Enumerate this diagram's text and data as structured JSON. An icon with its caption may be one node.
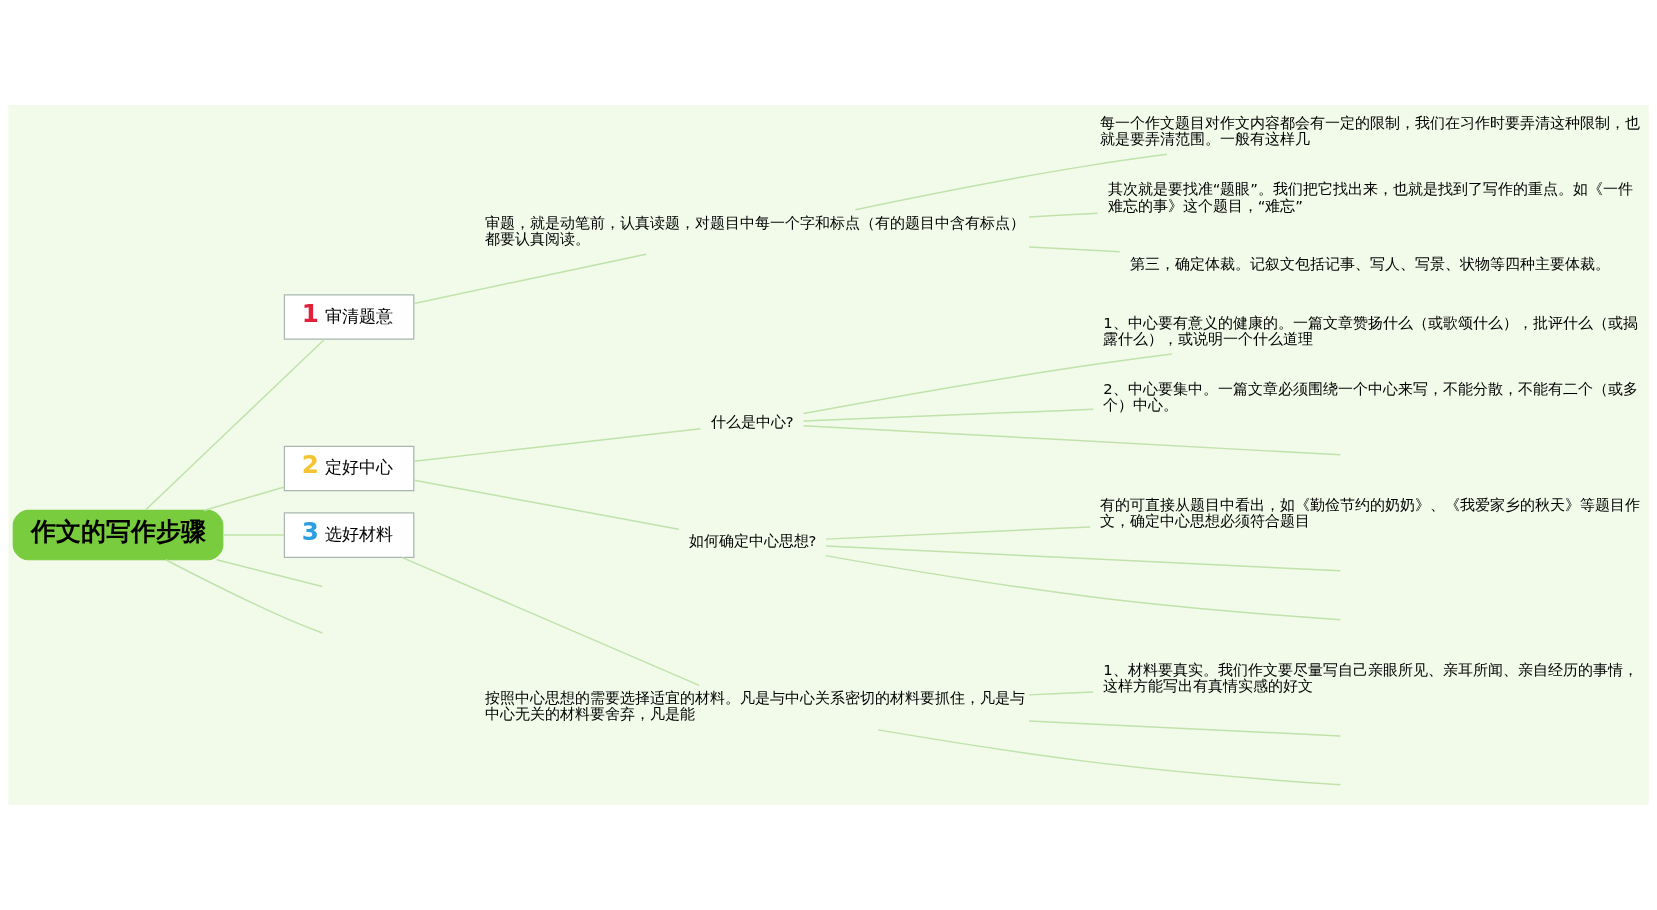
{
  "diagram": {
    "nodes": [
      {
        "text": [
          "作文的写作步骤"
        ]
      },
      {
        "text": [
          "1",
          "审清题意"
        ]
      },
      {
        "text": [
          "审题，就是动笔前，认真读题，对题目中每一个字和标点（有的题目中含有标点）都要认真阅读。"
        ]
      },
      {
        "text": [
          "每一个作文题目对作文内容都会有一定的限制，我们在习作时要弄清这种限制，也就是要弄清范围。一般有这样几"
        ]
      },
      {
        "text": [
          "其次就是要找准“题眼”。我们把它找出来，也就是找到了写作的重点。如《一件难忘的事》这个题目，“难忘”"
        ]
      },
      {
        "text": [
          "第三，确定体裁。记叙文包括记事、写人、写景、状物等四种主要体裁。"
        ]
      },
      {
        "text": [
          "2",
          "定好中心"
        ]
      },
      {
        "text": [
          "什么是中心?"
        ]
      },
      {
        "text": [
          "1、中心要有意义的健康的。一篇文章赞扬什么（或歌颂什么），批评什么（或揭露什么），或说明一个什么道理"
        ]
      },
      {
        "text": [
          "2、中心要集中。一篇文章必须围绕一个中心来写，不能分散，不能有二个（或多个）中心。"
        ]
      },
      {
        "text": [
          "如何确定中心思想?"
        ]
      },
      {
        "text": [
          "有的可直接从题目中看出，如《勤俭节约的奶奶》、《我爱家乡的秋天》等题目作文，确定中心思想必须符合题目"
        ]
      },
      {
        "text": [
          "3",
          "选好材料"
        ]
      },
      {
        "text": [
          "按照中心思想的需要选择适宜的材料。凡是与中心关系密切的材料要抓住，凡是与中心无关的材料要舍弃，凡是能"
        ]
      },
      {
        "text": [
          "1、材料要真实。我们作文要尽量写自己亲眼所见、亲耳所闻、亲自经历的事情，这样方能写出有真情实感的好文"
        ]
      }
    ],
    "edges": [
      {
        "from": 0,
        "to": 1,
        "arrow": "none"
      },
      {
        "from": 0,
        "to": 6,
        "arrow": "none"
      },
      {
        "from": 0,
        "to": 12,
        "arrow": "none"
      },
      {
        "from": 0,
        "to": null,
        "arrow": "none"
      },
      {
        "from": 0,
        "to": null,
        "arrow": "none"
      },
      {
        "from": 1,
        "to": 2,
        "arrow": "none"
      },
      {
        "from": 2,
        "to": 3,
        "arrow": "none"
      },
      {
        "from": 2,
        "to": 4,
        "arrow": "none"
      },
      {
        "from": 2,
        "to": 5,
        "arrow": "none"
      },
      {
        "from": 6,
        "to": 7,
        "arrow": "none"
      },
      {
        "from": 6,
        "to": 10,
        "arrow": "none"
      },
      {
        "from": 7,
        "to": 8,
        "arrow": "none"
      },
      {
        "from": 7,
        "to": 9,
        "arrow": "none"
      },
      {
        "from": 7,
        "to": null,
        "arrow": "none"
      },
      {
        "from": 10,
        "to": 11,
        "arrow": "none"
      },
      {
        "from": 10,
        "to": null,
        "arrow": "none"
      },
      {
        "from": 10,
        "to": null,
        "arrow": "none"
      },
      {
        "from": 12,
        "to": 13,
        "arrow": "none"
      },
      {
        "from": 13,
        "to": 14,
        "arrow": "none"
      },
      {
        "from": 13,
        "to": null,
        "arrow": "none"
      },
      {
        "from": 13,
        "to": null,
        "arrow": "none"
      }
    ]
  }
}
